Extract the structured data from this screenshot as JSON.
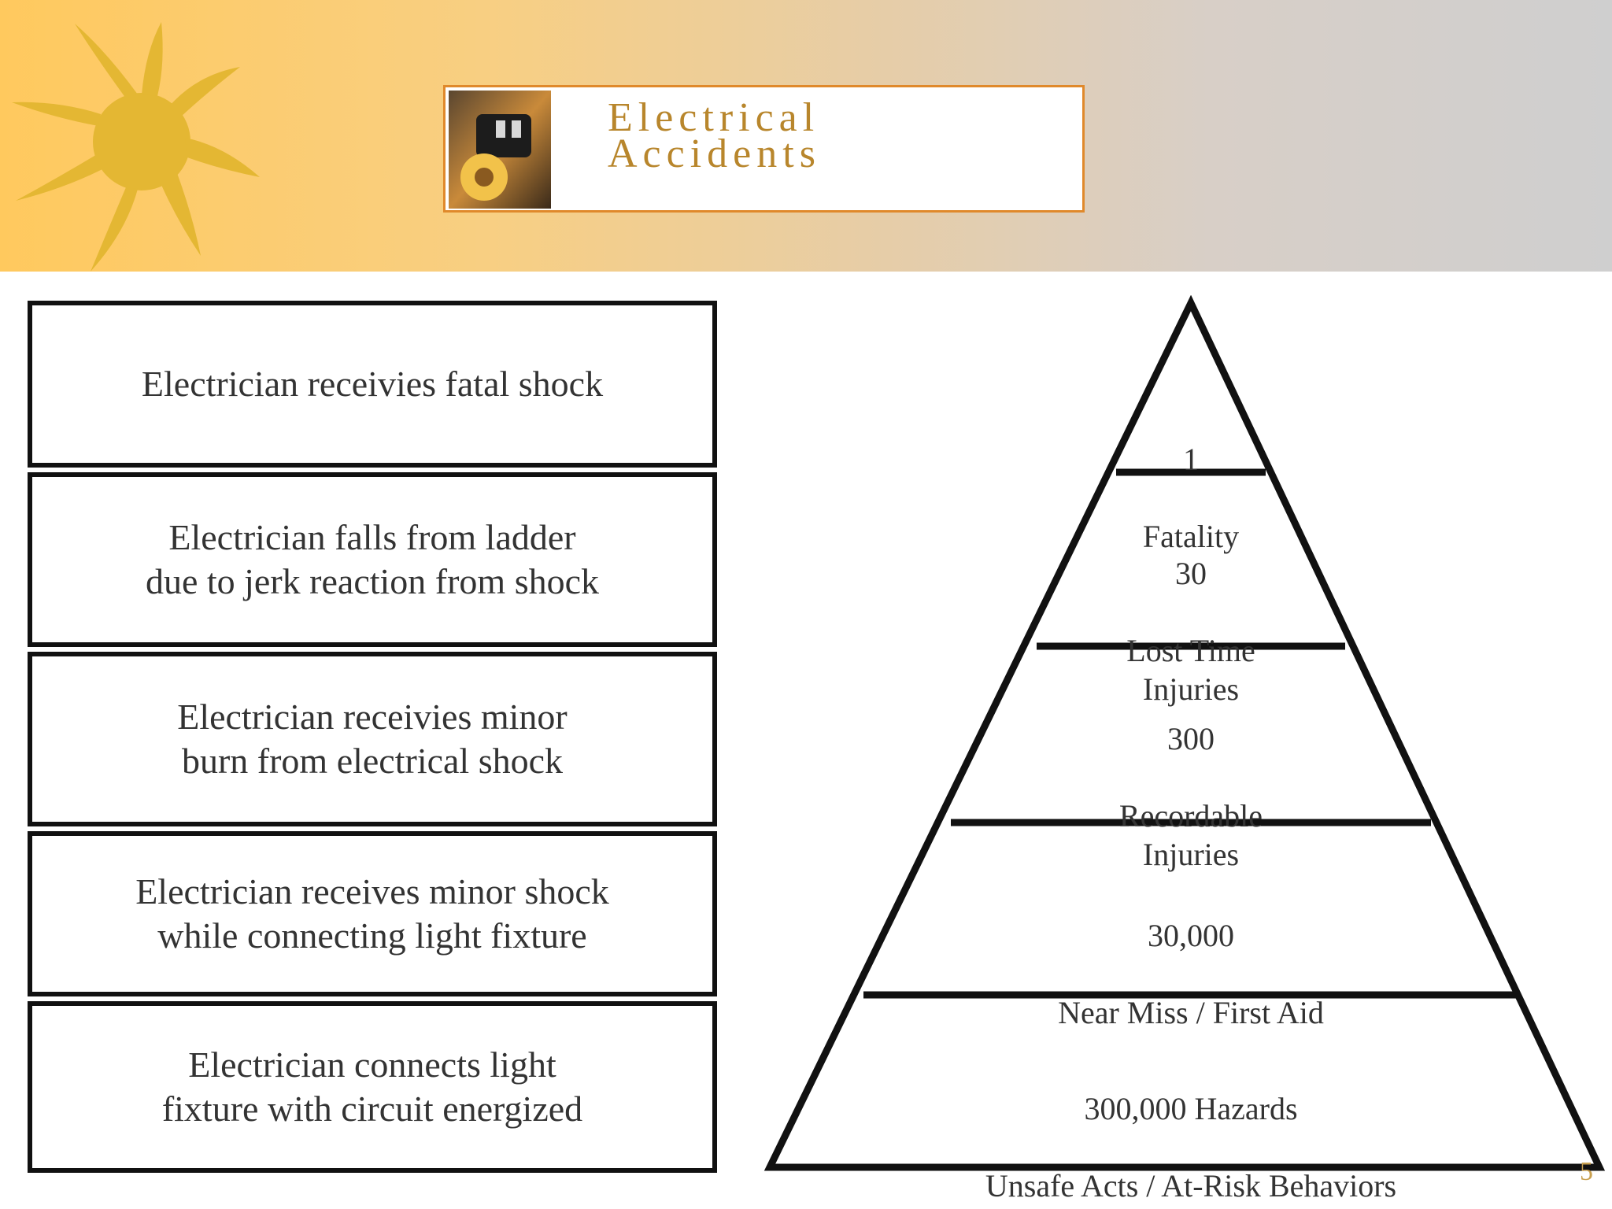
{
  "slide": {
    "title": "Electrical\nAccidents",
    "page_number": "5"
  },
  "chain_of_events": [
    "Electrician receivies fatal shock",
    "Electrician falls from ladder\ndue to jerk reaction from shock",
    "Electrician receivies minor\nburn from electrical shock",
    "Electrician receives minor shock\nwhile connecting light fixture",
    "Electrician connects light\nfixture with circuit energized"
  ],
  "pyramid": [
    {
      "count": "1",
      "label": "Fatality"
    },
    {
      "count": "30",
      "label": "Lost Time\nInjuries"
    },
    {
      "count": "300",
      "label": "Recordable\nInjuries"
    },
    {
      "count": "30,000",
      "label": "Near Miss / First Aid"
    },
    {
      "count": "300,000 Hazards",
      "label": "Unsafe Acts / At-Risk Behaviors"
    }
  ],
  "colors": {
    "sun": "#e4b733",
    "title_border": "#e0892b",
    "title_text": "#b8862c",
    "outline": "#111111"
  }
}
